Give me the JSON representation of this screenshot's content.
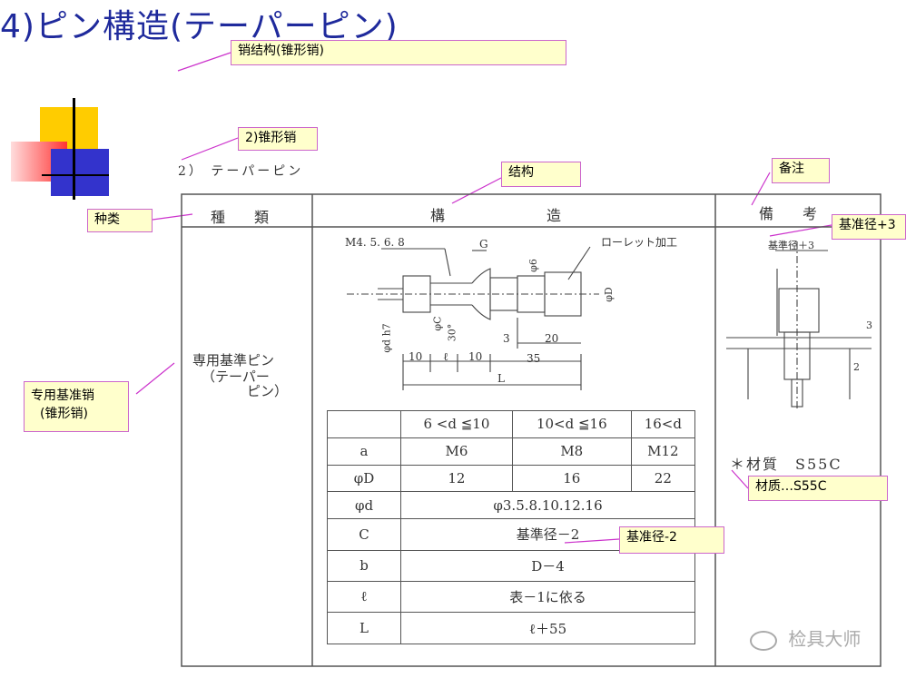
{
  "slide": {
    "title": "4)ピン構造(テーパーピン)"
  },
  "notes": {
    "pin_structure": "销结构(锥形销)",
    "taper_pin": "2)锥形销",
    "structure": "结构",
    "remarks": "备注",
    "base_diameter_plus3": "基准径+3",
    "category": "种类",
    "dedicated_pin_line1": "专用基准销",
    "dedicated_pin_line2": "(锥形销)",
    "material": "材质…S55C",
    "base_diameter_minus2": "基准径-2"
  },
  "document": {
    "subtitle": "2） テーパーピン",
    "header": {
      "type": "種　　類",
      "structure": "構　　　　　　　造",
      "remarks": "備　　考"
    },
    "type_label_line1": "専用基準ピン",
    "type_label_line2": "（テーパー",
    "type_label_line3": "ピン）",
    "drawing_labels": {
      "thread": "M4. 5. 6. 8",
      "knurl": "ローレット加工",
      "g": "G",
      "phi6": "φ6",
      "phiD": "φD",
      "phiC": "φC",
      "angle": "30°",
      "phid": "φd h7",
      "dim10a": "10",
      "dimL1": "ℓ",
      "dim10b": "10",
      "dim3": "3",
      "dim20": "20",
      "dim35": "35",
      "dimL": "L",
      "remark_dim": "基準径＋3",
      "remark_3": "3",
      "remark_2": "2"
    },
    "material_note": "＊材質　S55C",
    "table": {
      "header": [
        "",
        "6 <d ≦10",
        "10<d ≦16",
        "16<d"
      ],
      "rows": [
        {
          "label": "a",
          "cells": [
            "M6",
            "M8",
            "M12"
          ]
        },
        {
          "label": "φD",
          "cells": [
            "12",
            "16",
            "22"
          ]
        },
        {
          "label": "φd",
          "merged": "φ3.5.8.10.12.16"
        },
        {
          "label": "C",
          "merged": "基準径－2"
        },
        {
          "label": "b",
          "merged": "D－4"
        },
        {
          "label": "ℓ",
          "merged": "表－1に依る"
        },
        {
          "label": "L",
          "merged": "ℓ＋55"
        }
      ]
    }
  },
  "watermark": "检具大师"
}
